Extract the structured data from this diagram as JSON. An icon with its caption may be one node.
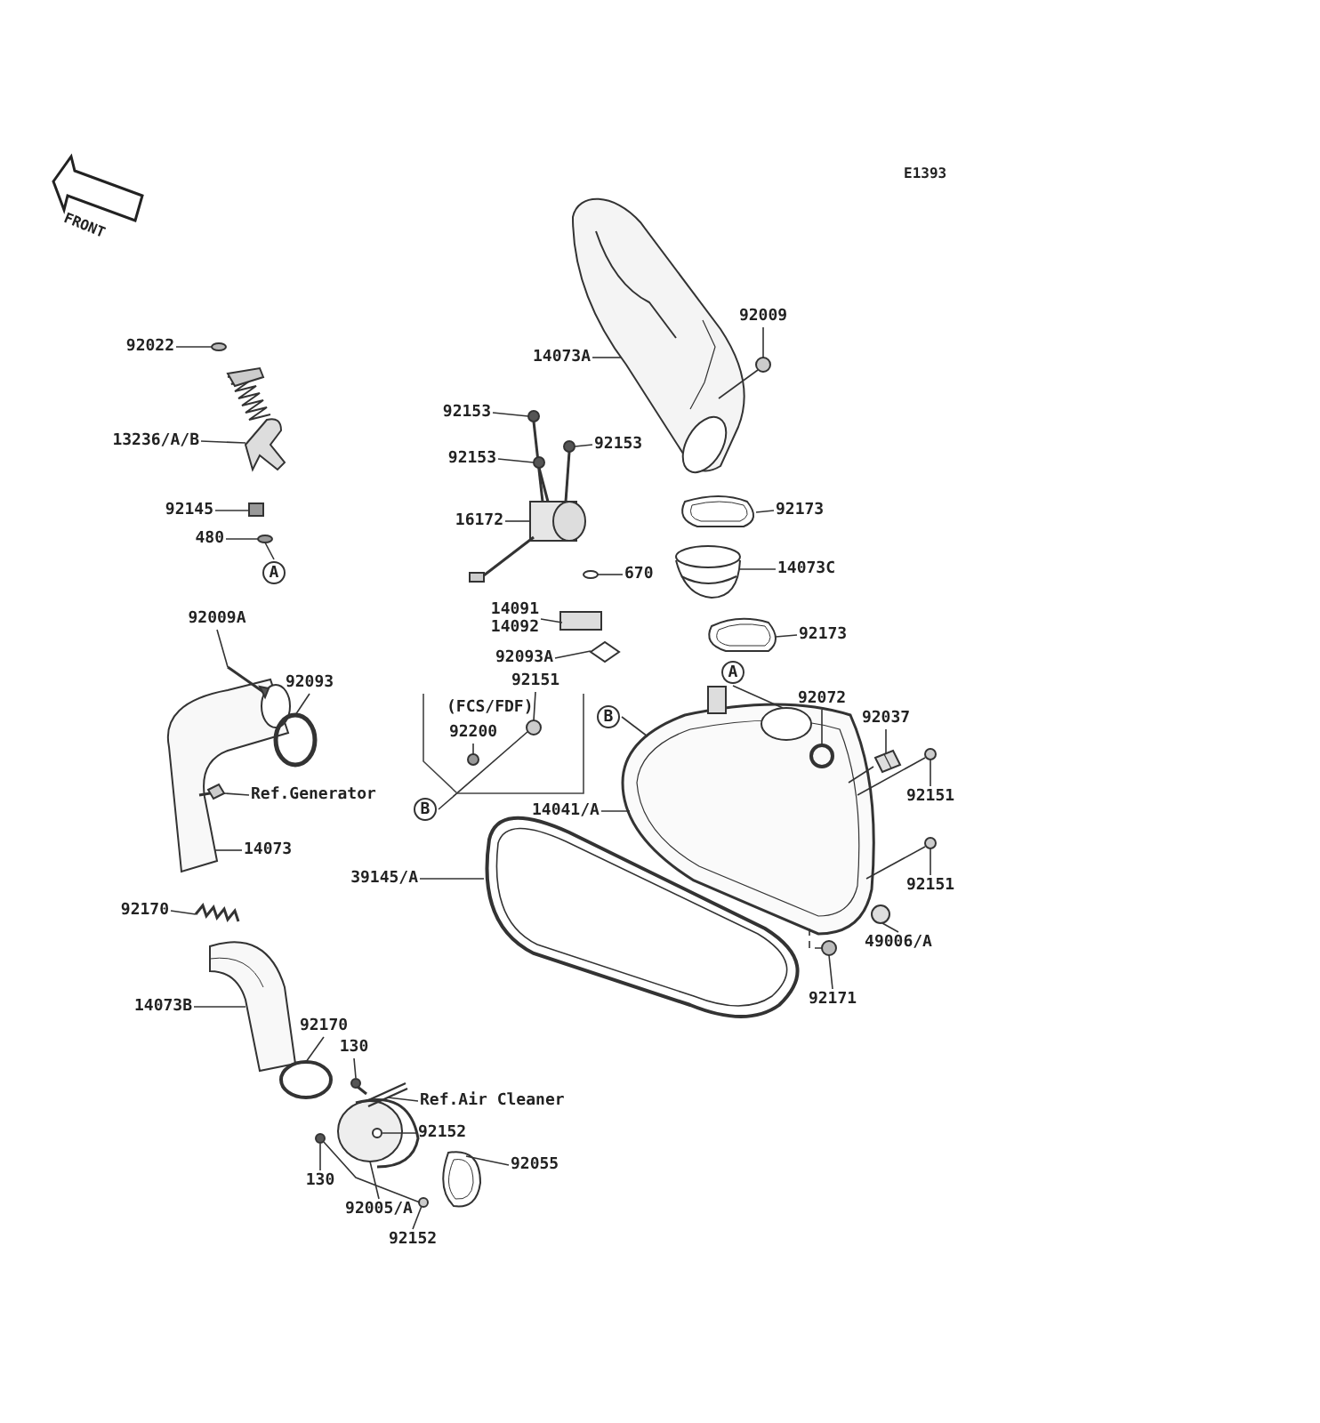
{
  "diagram": {
    "nodes": [
      {
        "text": [
          "92022"
        ]
      },
      {
        "text": [
          "13236/A/B"
        ]
      },
      {
        "text": [
          "92145"
        ]
      },
      {
        "text": [
          "480"
        ]
      },
      {
        "text": [
          "A"
        ]
      },
      {
        "text": [
          "92009A"
        ]
      },
      {
        "text": [
          "92093"
        ]
      },
      {
        "text": [
          "Ref.Generator"
        ]
      },
      {
        "text": [
          "14073"
        ]
      },
      {
        "text": [
          "92170"
        ]
      },
      {
        "text": [
          "14073B"
        ]
      },
      {
        "text": [
          "92170"
        ]
      },
      {
        "text": [
          "130"
        ]
      },
      {
        "text": [
          "Ref.Air Cleaner"
        ]
      },
      {
        "text": [
          "92152"
        ]
      },
      {
        "text": [
          "92055"
        ]
      },
      {
        "text": [
          "130"
        ]
      },
      {
        "text": [
          "92005/A"
        ]
      },
      {
        "text": [
          "92152"
        ]
      },
      {
        "text": [
          "92009"
        ]
      },
      {
        "text": [
          "14073A"
        ]
      },
      {
        "text": [
          "92153"
        ]
      },
      {
        "text": [
          "92153"
        ]
      },
      {
        "text": [
          "92153"
        ]
      },
      {
        "text": [
          "16172"
        ]
      },
      {
        "text": [
          "670"
        ]
      },
      {
        "text": [
          "92173"
        ]
      },
      {
        "text": [
          "14073C"
        ]
      },
      {
        "text": [
          "14091",
          "14092"
        ]
      },
      {
        "text": [
          "92093A"
        ]
      },
      {
        "text": [
          "92173"
        ]
      },
      {
        "text": [
          "A"
        ]
      },
      {
        "text": [
          "92151"
        ]
      },
      {
        "text": [
          "(FCS/FDF)"
        ]
      },
      {
        "text": [
          "92200"
        ],
        "in": 33
      },
      {
        "text": [
          "B"
        ]
      },
      {
        "text": [
          "B"
        ]
      },
      {
        "text": [
          "14041/A"
        ]
      },
      {
        "text": [
          "92072"
        ]
      },
      {
        "text": [
          "92037"
        ]
      },
      {
        "text": [
          "92151"
        ]
      },
      {
        "text": [
          "92151"
        ]
      },
      {
        "text": [
          "39145/A"
        ]
      },
      {
        "text": [
          "49006/A"
        ]
      },
      {
        "text": [
          "92171"
        ]
      },
      {
        "text": [],
        "shape": "circle"
      },
      {
        "text": [],
        "shape": "picture"
      },
      {
        "text": [],
        "shape": "box"
      },
      {
        "text": [],
        "shape": "circle"
      },
      {
        "text": [],
        "shape": "picture"
      },
      {
        "text": [],
        "shape": "circle"
      },
      {
        "text": [],
        "shape": "picture"
      },
      {
        "text": [],
        "shape": "picture"
      },
      {
        "text": [],
        "shape": "picture"
      },
      {
        "text": [],
        "shape": "picture"
      },
      {
        "text": [],
        "shape": "circle"
      },
      {
        "text": [],
        "shape": "picture"
      },
      {
        "text": [],
        "shape": "picture"
      },
      {
        "text": [],
        "shape": "circle",
        "in": 61
      },
      {
        "text": [],
        "shape": "picture"
      },
      {
        "text": [],
        "shape": "circle"
      },
      {
        "text": [],
        "shape": "picture"
      },
      {
        "text": [],
        "shape": "circle"
      },
      {
        "text": [],
        "shape": "circle"
      },
      {
        "text": [],
        "shape": "picture"
      },
      {
        "text": [],
        "shape": "picture"
      },
      {
        "text": [],
        "shape": "picture"
      },
      {
        "text": [],
        "shape": "picture"
      },
      {
        "text": [],
        "shape": "picture"
      },
      {
        "text": [],
        "shape": "circle"
      },
      {
        "text": [],
        "shape": "picture"
      },
      {
        "text": [],
        "shape": "picture"
      },
      {
        "text": [],
        "shape": "box"
      },
      {
        "text": [],
        "shape": "diamond"
      },
      {
        "text": [],
        "shape": "picture"
      },
      {
        "text": [],
        "shape": "circle",
        "in": 33
      },
      {
        "text": [],
        "shape": "circle",
        "in": 33
      },
      {
        "text": [],
        "shape": "picture"
      },
      {
        "text": [],
        "shape": "circle",
        "in": 77
      },
      {
        "text": [],
        "shape": "picture"
      },
      {
        "text": [],
        "shape": "circle"
      },
      {
        "text": [],
        "shape": "circle"
      },
      {
        "text": [],
        "shape": "picture"
      },
      {
        "text": [],
        "shape": "circle"
      },
      {
        "text": [],
        "shape": "circle"
      }
    ],
    "edges": [
      {
        "from": 0,
        "to": 45,
        "arrow": "none"
      },
      {
        "from": 1,
        "to": 46,
        "arrow": "none"
      },
      {
        "from": 2,
        "to": 47,
        "arrow": "none"
      },
      {
        "from": 3,
        "to": 48,
        "arrow": "none"
      },
      {
        "from": 4,
        "to": 48,
        "arrow": "none"
      },
      {
        "from": 5,
        "to": 49,
        "arrow": "none"
      },
      {
        "from": 6,
        "to": 50,
        "arrow": "none"
      },
      {
        "from": 7,
        "to": 51,
        "arrow": "none"
      },
      {
        "from": 8,
        "to": 52,
        "arrow": "none"
      },
      {
        "from": 9,
        "to": 53,
        "arrow": "none"
      },
      {
        "from": 10,
        "to": 54,
        "arrow": "none"
      },
      {
        "from": 11,
        "to": 55,
        "arrow": "none"
      },
      {
        "from": 12,
        "to": 56,
        "arrow": "none"
      },
      {
        "from": 13,
        "to": 57,
        "arrow": "none"
      },
      {
        "from": 14,
        "to": 58,
        "arrow": "none"
      },
      {
        "from": 15,
        "to": 59,
        "arrow": "none"
      },
      {
        "from": 16,
        "to": 60,
        "arrow": "none"
      },
      {
        "from": 17,
        "to": 61,
        "arrow": "none"
      },
      {
        "from": 18,
        "to": 62,
        "arrow": "none"
      },
      {
        "from": 19,
        "to": 63,
        "arrow": "none"
      },
      {
        "from": 20,
        "to": 64,
        "arrow": "none"
      },
      {
        "from": 21,
        "to": 65,
        "arrow": "none"
      },
      {
        "from": 22,
        "to": 66,
        "arrow": "none"
      },
      {
        "from": 23,
        "to": 67,
        "arrow": "none"
      },
      {
        "from": 24,
        "to": 68,
        "arrow": "none"
      },
      {
        "from": 25,
        "to": 69,
        "arrow": "none"
      },
      {
        "from": 26,
        "to": 70,
        "arrow": "none"
      },
      {
        "from": 27,
        "to": 71,
        "arrow": "none"
      },
      {
        "from": 28,
        "to": 72,
        "arrow": "none"
      },
      {
        "from": 29,
        "to": 73,
        "arrow": "none"
      },
      {
        "from": 30,
        "to": 74,
        "arrow": "none"
      },
      {
        "from": 31,
        "to": 77,
        "arrow": "none"
      },
      {
        "from": 32,
        "to": 75,
        "arrow": "none"
      },
      {
        "from": 34,
        "to": 76,
        "arrow": "none"
      },
      {
        "from": 35,
        "to": 77,
        "arrow": "none"
      },
      {
        "from": 36,
        "to": 75,
        "arrow": "none"
      },
      {
        "from": 37,
        "to": 77,
        "arrow": "none"
      },
      {
        "from": 38,
        "to": 78,
        "arrow": "none"
      },
      {
        "from": 39,
        "to": 79,
        "arrow": "none"
      },
      {
        "from": 40,
        "to": 80,
        "arrow": "none"
      },
      {
        "from": 41,
        "to": 81,
        "arrow": "none"
      },
      {
        "from": 42,
        "to": 82,
        "arrow": "none"
      },
      {
        "from": 43,
        "to": 83,
        "arrow": "none"
      },
      {
        "from": 44,
        "to": 84,
        "arrow": "none"
      },
      {
        "from": 63,
        "to": 64,
        "arrow": "none"
      },
      {
        "from": 79,
        "to": 77,
        "arrow": "none"
      },
      {
        "from": 80,
        "to": 77,
        "arrow": "none"
      },
      {
        "from": 81,
        "to": 77,
        "arrow": "none"
      },
      {
        "from": 60,
        "to": 62,
        "arrow": "none"
      },
      {
        "from": 77,
        "to": 84,
        "arrow": "none",
        "style": "dashed"
      }
    ],
    "labels": [
      "E1393",
      "FRONT"
    ]
  }
}
